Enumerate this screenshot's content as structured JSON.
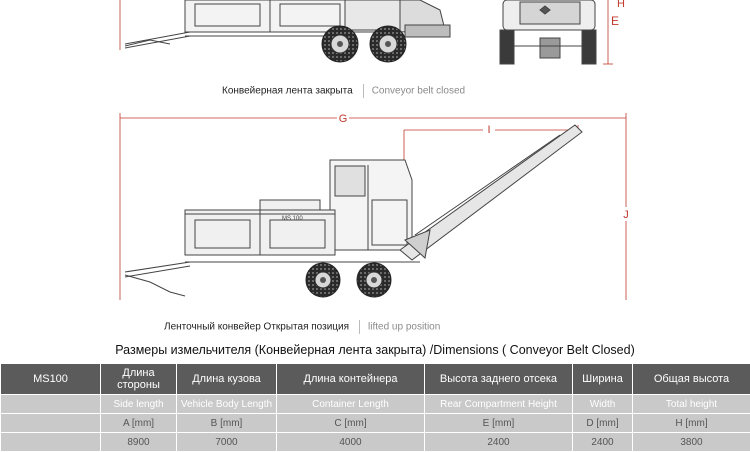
{
  "drawing_top": {
    "dimension_letters": [
      "H",
      "E"
    ],
    "caption_ru": "Конвейерная лента закрыта",
    "caption_en": "Conveyor belt closed"
  },
  "drawing_bottom": {
    "dimension_letters": [
      "G",
      "I",
      "J"
    ],
    "body_marking": "MS 100",
    "caption_ru": "Ленточный конвейер Открытая позиция",
    "caption_en": "lifted up position"
  },
  "table": {
    "title": "Размеры измельчителя (Конвейерная лента закрыта) /Dimensions ( Conveyor Belt Closed)",
    "model": "MS100",
    "headers_ru": [
      "Длина стороны",
      "Длина кузова",
      "Длина контейнера",
      "Высота заднего отсека",
      "Ширина",
      "Общая высота"
    ],
    "headers_en": [
      "Side length",
      "Vehicle Body Length",
      "Container Length",
      "Rear Compartment Height",
      "Width",
      "Total height"
    ],
    "units": [
      "A [mm]",
      "B [mm]",
      "C [mm]",
      "E [mm]",
      "D [mm]",
      "H [mm]"
    ],
    "values": [
      "8900",
      "7000",
      "4000",
      "2400",
      "2400",
      "3800"
    ]
  },
  "colors": {
    "dimension_red": "#c0392b",
    "table_header": "#5b5b5b",
    "table_body": "#c9c9c9"
  }
}
